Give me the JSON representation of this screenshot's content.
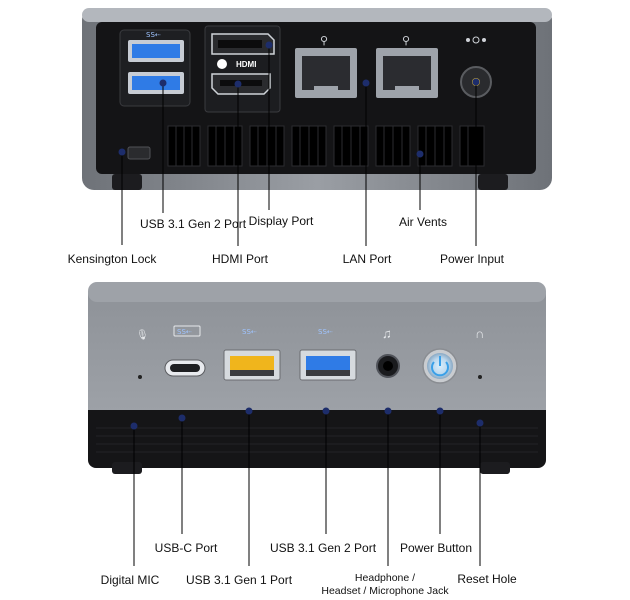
{
  "rear_panel": {
    "port_marks": {
      "usb_superspeed": "SS⇠",
      "hdmi_logo": "HDMI",
      "displayport_logo": "D"
    },
    "labels": {
      "usb_gen2": "USB 3.1 Gen 2 Port",
      "kensington": "Kensington Lock",
      "display_port": "Display Port",
      "hdmi": "HDMI Port",
      "lan": "LAN Port",
      "air_vents": "Air Vents",
      "power_input": "Power Input"
    }
  },
  "front_panel": {
    "port_marks": {
      "usb_c": "SS⇠",
      "usb_gen1": "SS⇠",
      "usb_gen2": "SS⇠"
    },
    "labels": {
      "digital_mic": "Digital MIC",
      "usb_c": "USB-C Port",
      "usb_gen1": "USB 3.1 Gen 1 Port",
      "usb_gen2": "USB 3.1 Gen 2 Port",
      "headphone_line1": "Headphone /",
      "headphone_line2": "Headset / Microphone Jack",
      "power_button": "Power Button",
      "reset_hole": "Reset Hole"
    }
  },
  "colors": {
    "chassis_silver": "#8e9299",
    "panel_black": "#141416",
    "usb_blue": "#2f7be6",
    "usb_yellow": "#f0b51c",
    "power_glow": "#3aa0e8",
    "pointer_dot": "#1d2d6b"
  }
}
